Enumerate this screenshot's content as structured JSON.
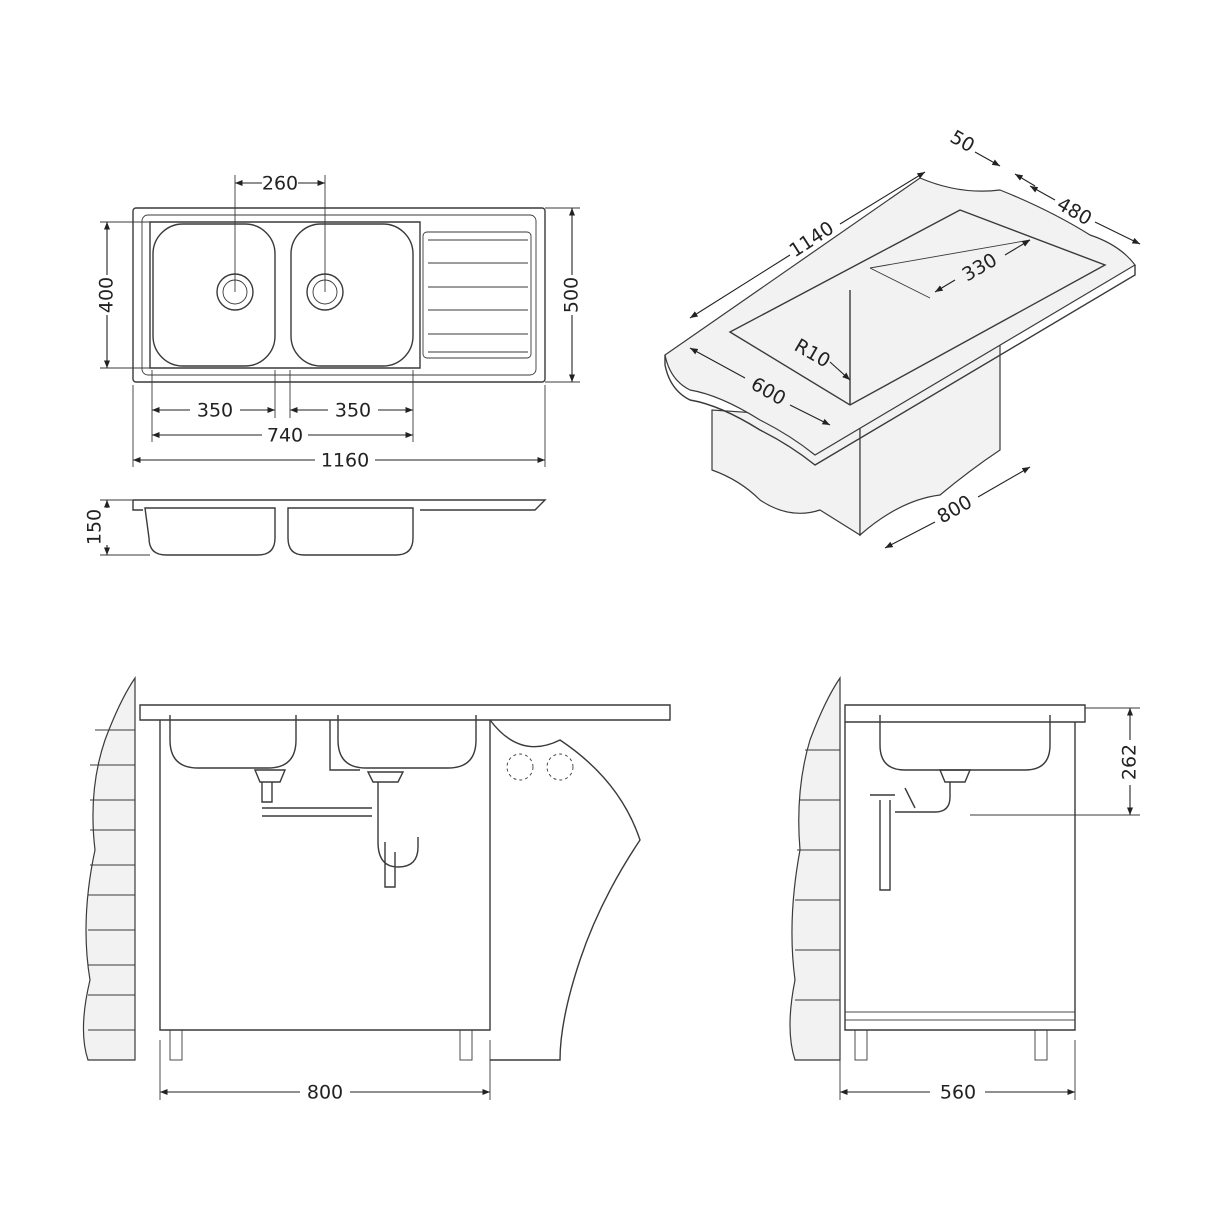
{
  "top_view": {
    "center_distance": "260",
    "bowl_depth": "400",
    "overall_depth": "500",
    "bowl_width_left": "350",
    "bowl_width_right": "350",
    "bowls_total": "740",
    "overall_width": "1160"
  },
  "section_view": {
    "depth": "150"
  },
  "iso_view": {
    "length": "1140",
    "edge": "50",
    "width": "480",
    "cutout": "330",
    "radius": "R10",
    "depth": "600",
    "cabinet": "800"
  },
  "front_view": {
    "cabinet_width": "800"
  },
  "side_view": {
    "cabinet_depth": "560",
    "height": "262"
  },
  "colors": {
    "line": "#3a3a3a",
    "background": "#ffffff"
  }
}
